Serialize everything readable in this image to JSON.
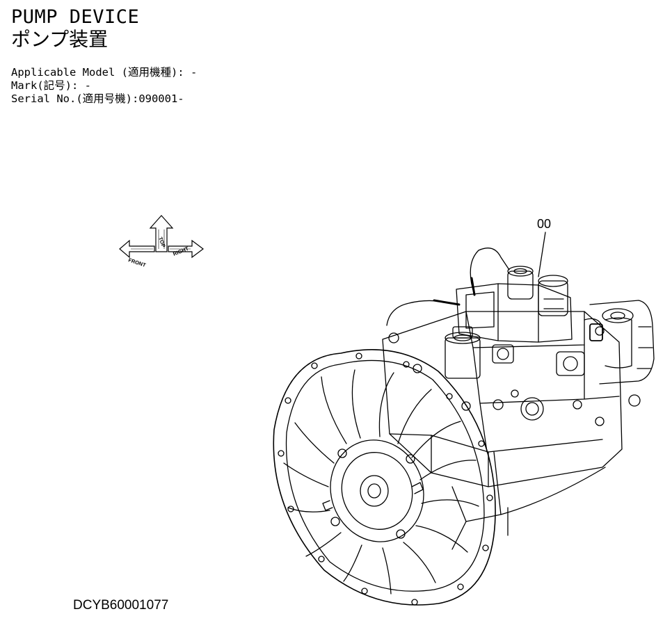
{
  "title": {
    "en": "PUMP DEVICE",
    "ja": "ポンプ装置"
  },
  "meta": {
    "model": "Applicable Model (適用機種): -",
    "mark": "Mark(記号): -",
    "serial": "Serial No.(適用号機):090001-"
  },
  "orientation": {
    "front": "FRONT",
    "top": "TOP",
    "right": "RIGHT"
  },
  "callouts": [
    {
      "label": "00"
    }
  ],
  "drawing_code": "DCYB60001077"
}
